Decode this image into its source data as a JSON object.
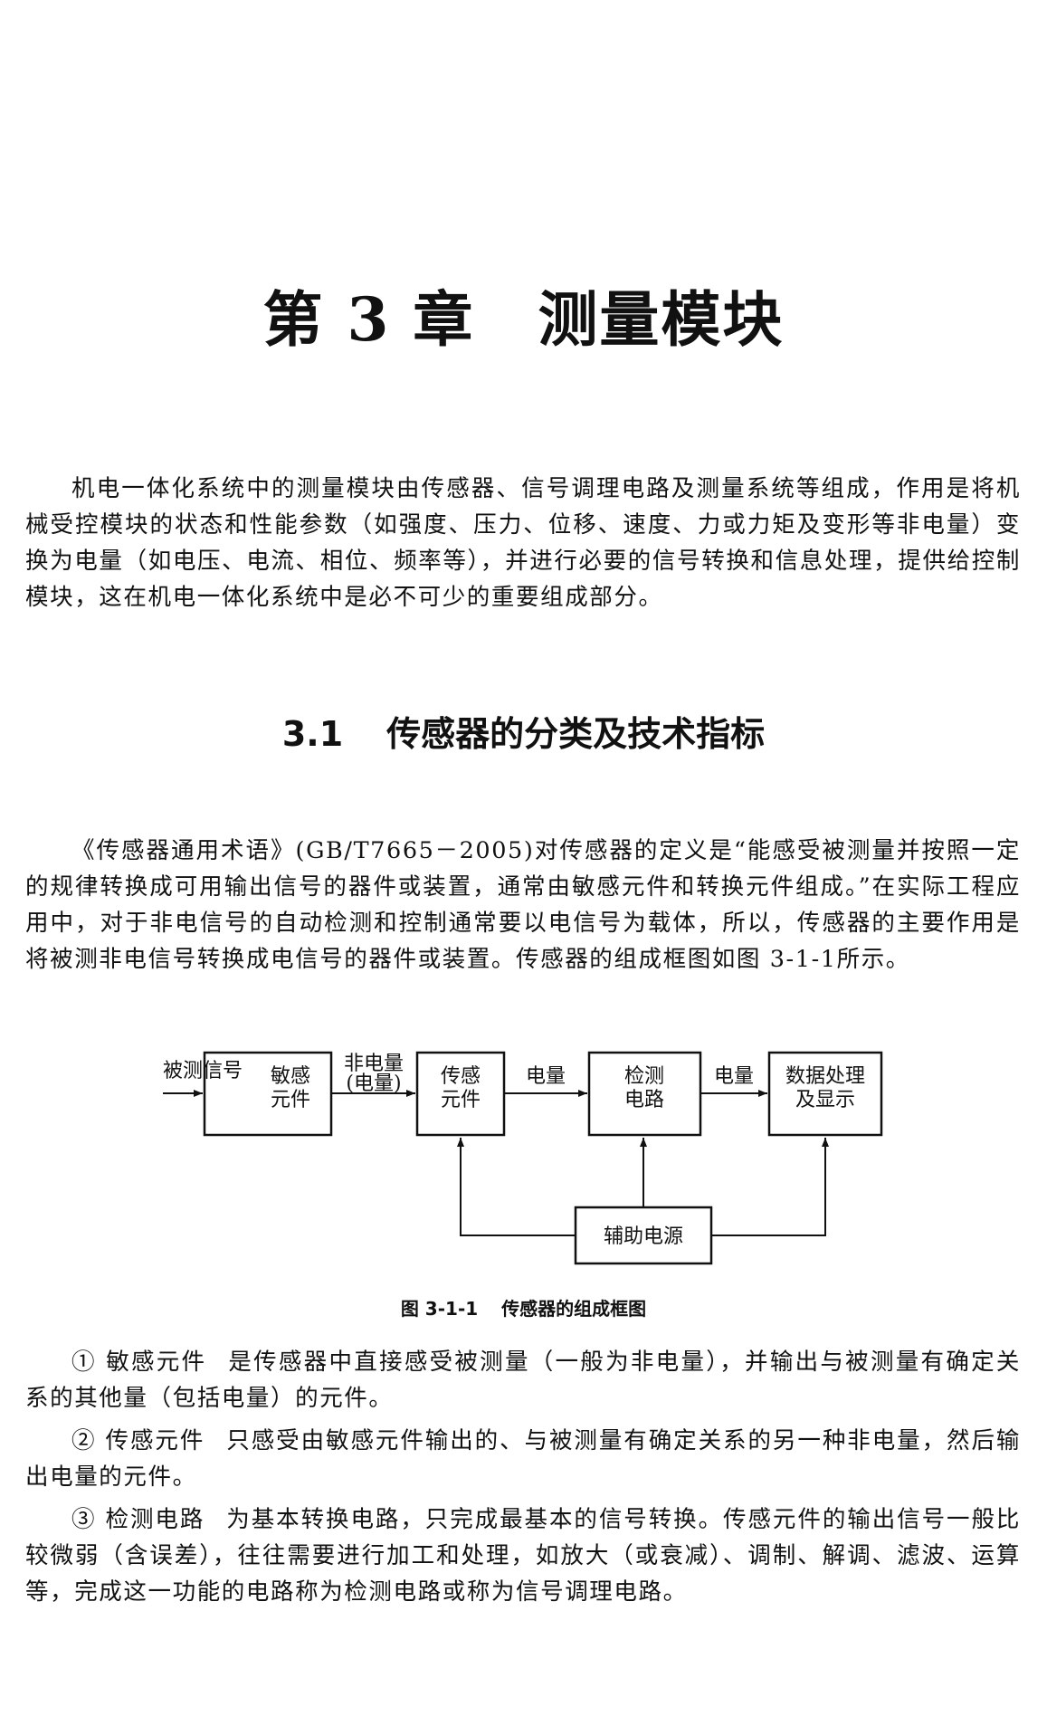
{
  "chapter": {
    "number_label": "第 3 章",
    "title": "测量模块"
  },
  "intro_paragraph": "机电一体化系统中的测量模块由传感器、信号调理电路及测量系统等组成，作用是将机械受控模块的状态和性能参数（如强度、压力、位移、速度、力或力矩及变形等非电量）变换为电量（如电压、电流、相位、频率等），并进行必要的信号转换和信息处理，提供给控制模块，这在机电一体化系统中是必不可少的重要组成部分。",
  "section": {
    "number": "3.1",
    "title": "传感器的分类及技术指标"
  },
  "definition_paragraph": "《传感器通用术语》(GB/T7665－2005)对传感器的定义是“能感受被测量并按照一定的规律转换成可用输出信号的器件或装置，通常由敏感元件和转换元件组成。”在实际工程应用中，对于非电信号的自动检测和控制通常要以电信号为载体，所以，传感器的主要作用是将被测非电信号转换成电信号的器件或装置。传感器的组成框图如图 3-1-1所示。",
  "figure": {
    "input_label": "被测信号",
    "blocks": {
      "sensitive": [
        "敏感",
        "元件"
      ],
      "transducer": [
        "传感",
        "元件"
      ],
      "detection": [
        "检测",
        "电路"
      ],
      "processing": [
        "数据处理",
        "及显示"
      ],
      "power": "辅助电源"
    },
    "arrow_labels": {
      "non_electric": [
        "非电量",
        "(电量)"
      ],
      "electric_1": "电量",
      "electric_2": "电量"
    },
    "caption_number": "图 3-1-1",
    "caption_text": "传感器的组成框图"
  },
  "items": [
    {
      "marker": "①",
      "term": "敏感元件",
      "text": "是传感器中直接感受被测量（一般为非电量），并输出与被测量有确定关系的其他量（包括电量）的元件。"
    },
    {
      "marker": "②",
      "term": "传感元件",
      "text": "只感受由敏感元件输出的、与被测量有确定关系的另一种非电量，然后输出电量的元件。"
    },
    {
      "marker": "③",
      "term": "检测电路",
      "text": "为基本转换电路，只完成最基本的信号转换。传感元件的输出信号一般比较微弱（含误差），往往需要进行加工和处理，如放大（或衰减）、调制、解调、滤波、运算等，完成这一功能的电路称为检测电路或称为信号调理电路。"
    }
  ]
}
